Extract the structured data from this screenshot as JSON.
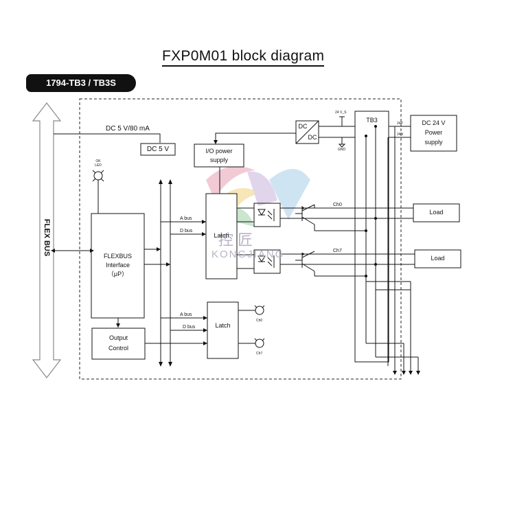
{
  "title": "FXP0M01 block diagram",
  "model_badge": "1794-TB3 / TB3S",
  "flex_bus_label": "FLEX BUS",
  "power_feed_label": "DC 5 V/80 mA",
  "dc5v_label": "DC 5 V",
  "ok_led_label": "OK\nLED",
  "io_power_supply": {
    "line1": "I/O power",
    "line2": "supply"
  },
  "dcdc_label": {
    "top": "DC",
    "bottom": "DC"
  },
  "supply_24vs": "24 V_S",
  "gnd_label": "GND",
  "tb3_label": "TB3",
  "terminal_24p": "24P",
  "terminal_24n": "24N",
  "dc24_power_supply": {
    "line1": "DC 24 V",
    "line2": "Power",
    "line3": "supply"
  },
  "flexbus_interface": {
    "line1": "FLEXBUS",
    "line2": "Interface",
    "line3": "（μP）"
  },
  "output_control": {
    "line1": "Output",
    "line2": "Control"
  },
  "latch_upper": "Latch",
  "latch_lower": "Latch",
  "a_bus_upper": "A bus",
  "d_bus_upper": "D bus",
  "a_bus_lower": "A bus",
  "d_bus_lower": "D bus",
  "ch0_label": "Ch0",
  "ch7_label": "Ch7",
  "load1": "Load",
  "load2": "Load",
  "ch0_indicator": "Ch0",
  "ch7_indicator": "Ch7",
  "watermark": {
    "cn": "控匠",
    "en": "KONGJIANG"
  },
  "colors": {
    "line": "#111111",
    "badge_bg": "#111111",
    "watermark": "#b9b2c4"
  }
}
